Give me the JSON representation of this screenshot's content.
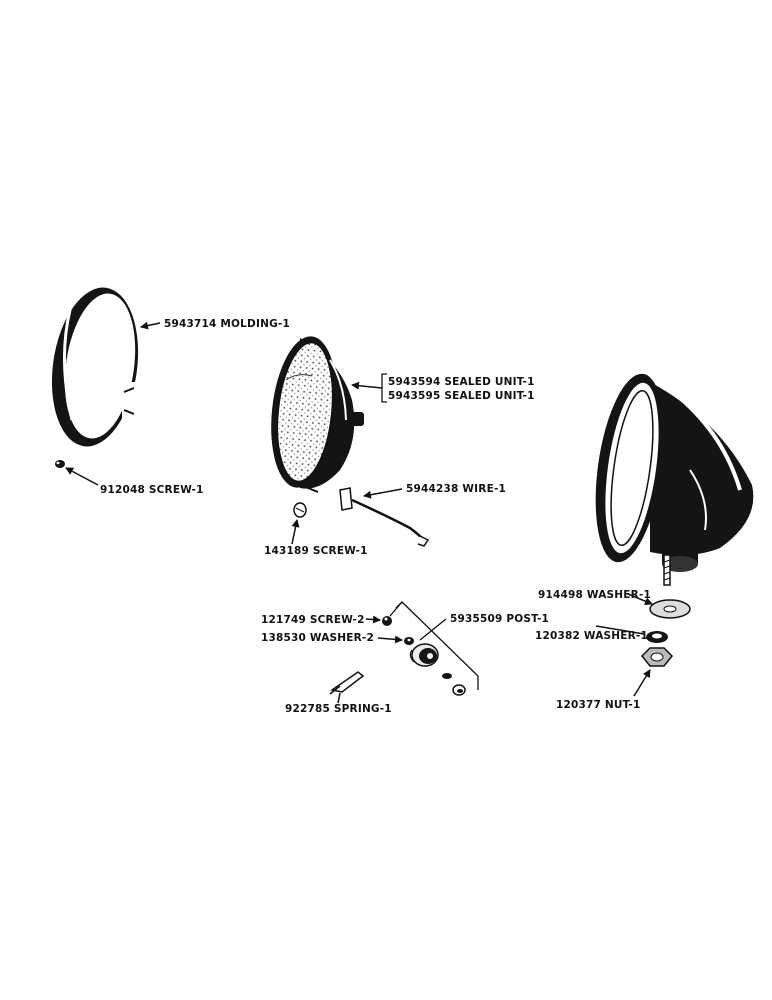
{
  "parts": [
    {
      "id": "molding",
      "label": "5943714 MOLDING-1"
    },
    {
      "id": "screw_912048",
      "label": "912048 SCREW-1"
    },
    {
      "id": "sealed_unit_a",
      "label": "5943594 SEALED UNIT-1"
    },
    {
      "id": "sealed_unit_b",
      "label": "5943595 SEALED UNIT-1"
    },
    {
      "id": "wire",
      "label": "5944238 WIRE-1"
    },
    {
      "id": "screw_143189",
      "label": "143189 SCREW-1"
    },
    {
      "id": "screw_121749",
      "label": "121749 SCREW-2"
    },
    {
      "id": "washer_138530",
      "label": "138530 WASHER-2"
    },
    {
      "id": "post",
      "label": "5935509 POST-1"
    },
    {
      "id": "spring",
      "label": "922785 SPRING-1"
    },
    {
      "id": "washer_914498",
      "label": "914498 WASHER-1"
    },
    {
      "id": "washer_120382",
      "label": "120382 WASHER-1"
    },
    {
      "id": "nut",
      "label": "120377 NUT-1"
    }
  ]
}
